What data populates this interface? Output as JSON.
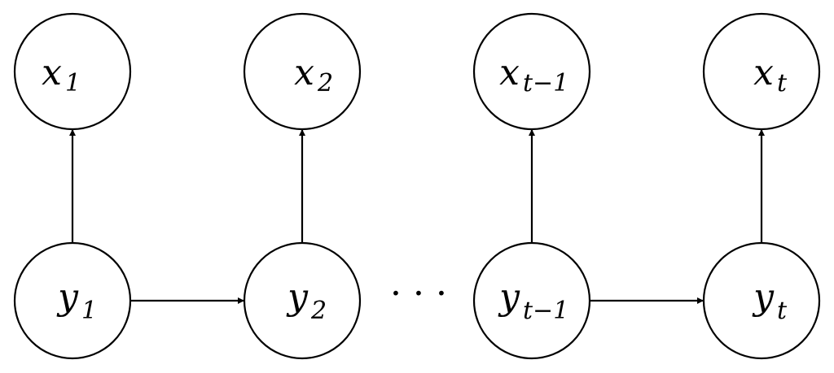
{
  "nodes": {
    "x1": {
      "base": "x",
      "sub": "1"
    },
    "x2": {
      "base": "x",
      "sub": "2"
    },
    "xt1": {
      "base": "x",
      "sub": "t−1"
    },
    "xt": {
      "base": "x",
      "sub": "t"
    },
    "y1": {
      "base": "y",
      "sub": "1"
    },
    "y2": {
      "base": "y",
      "sub": "2"
    },
    "yt1": {
      "base": "y",
      "sub": "t−1"
    },
    "yt": {
      "base": "y",
      "sub": "t"
    }
  },
  "ellipsis": "· · ·"
}
